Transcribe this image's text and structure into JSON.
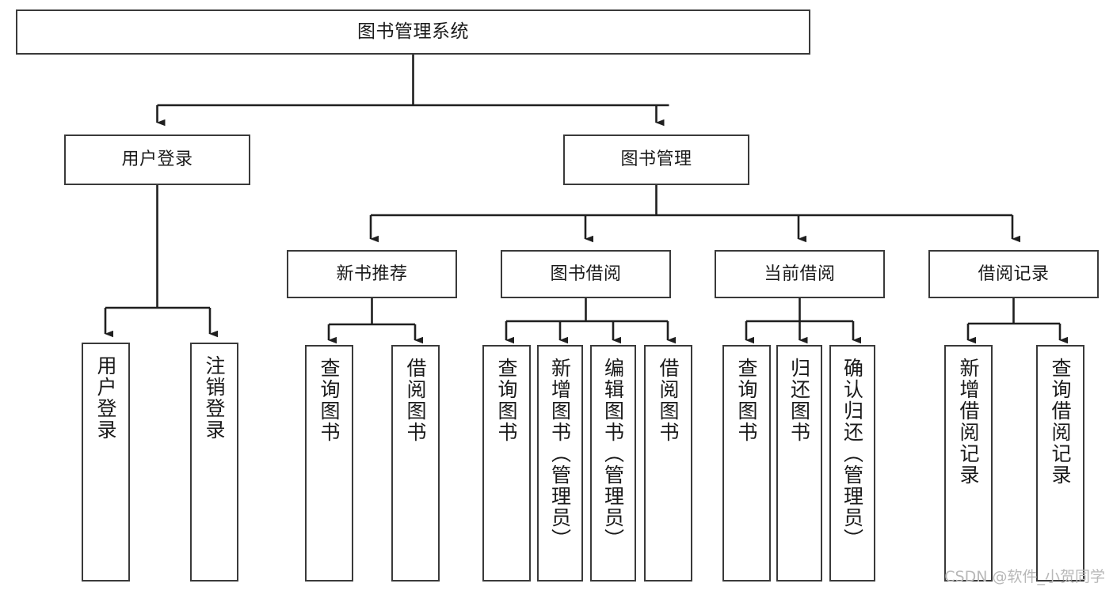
{
  "diagram": {
    "title": "图书管理系统",
    "type": "tree-hierarchy-chart",
    "stroke_color": "#3a3a3a",
    "fill_color": "#ffffff",
    "text_color": "#1a1a1a",
    "watermark": "CSDN @软件_小贺同学",
    "levels": {
      "root": {
        "label": "图书管理系统"
      },
      "level2": [
        {
          "id": "user-login",
          "label": "用户登录"
        },
        {
          "id": "book-management",
          "label": "图书管理"
        }
      ],
      "level3": [
        {
          "id": "new-book-recommend",
          "label": "新书推荐",
          "parent": "book-management"
        },
        {
          "id": "book-borrow",
          "label": "图书借阅",
          "parent": "book-management"
        },
        {
          "id": "current-borrow",
          "label": "当前借阅",
          "parent": "book-management"
        },
        {
          "id": "borrow-record",
          "label": "借阅记录",
          "parent": "book-management"
        }
      ],
      "leaves": {
        "user-login": [
          {
            "id": "leaf-user-login",
            "label": "用户登录"
          },
          {
            "id": "leaf-user-logout",
            "label": "注销登录"
          }
        ],
        "new-book-recommend": [
          {
            "id": "leaf-query-book-1",
            "label": "查询图书"
          },
          {
            "id": "leaf-borrow-book-1",
            "label": "借阅图书"
          }
        ],
        "book-borrow": [
          {
            "id": "leaf-query-book-2",
            "label": "查询图书"
          },
          {
            "id": "leaf-add-book",
            "label": "新增图书（管理员）"
          },
          {
            "id": "leaf-edit-book",
            "label": "编辑图书（管理员）"
          },
          {
            "id": "leaf-borrow-book-2",
            "label": "借阅图书"
          }
        ],
        "current-borrow": [
          {
            "id": "leaf-query-book-3",
            "label": "查询图书"
          },
          {
            "id": "leaf-return-book",
            "label": "归还图书"
          },
          {
            "id": "leaf-confirm-return",
            "label": "确认归还（管理员）"
          }
        ],
        "borrow-record": [
          {
            "id": "leaf-add-record",
            "label": "新增借阅记录"
          },
          {
            "id": "leaf-query-record",
            "label": "查询借阅记录"
          }
        ]
      }
    }
  }
}
